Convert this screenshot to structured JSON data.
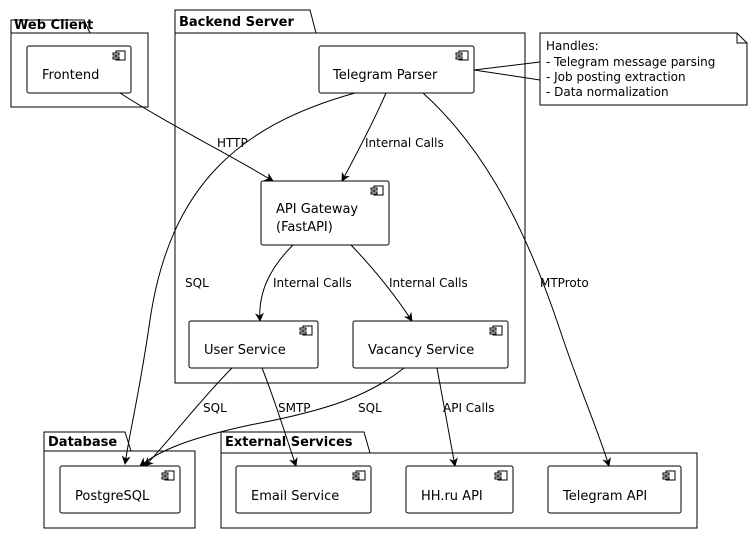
{
  "packages": {
    "web_client": "Web Client",
    "backend_server": "Backend Server",
    "database": "Database",
    "external_services": "External Services"
  },
  "components": {
    "frontend": "Frontend",
    "telegram_parser": "Telegram Parser",
    "api_gateway_line1": "API Gateway",
    "api_gateway_line2": "(FastAPI)",
    "user_service": "User Service",
    "vacancy_service": "Vacancy Service",
    "postgresql": "PostgreSQL",
    "email_service": "Email Service",
    "hh_api": "HH.ru API",
    "telegram_api": "Telegram API"
  },
  "edges": {
    "frontend_to_gateway": "HTTP",
    "parser_to_gateway": "Internal Calls",
    "gateway_to_user": "Internal Calls",
    "gateway_to_vacancy": "Internal Calls",
    "parser_to_postgres": "SQL",
    "parser_to_telegram_api": "MTProto",
    "user_to_postgres": "SQL",
    "user_to_email": "SMTP",
    "vacancy_to_postgres": "SQL",
    "vacancy_to_hh": "API Calls"
  },
  "note": {
    "lines": [
      "Handles:",
      "- Telegram message parsing",
      "- Job posting extraction",
      "- Data normalization"
    ]
  }
}
